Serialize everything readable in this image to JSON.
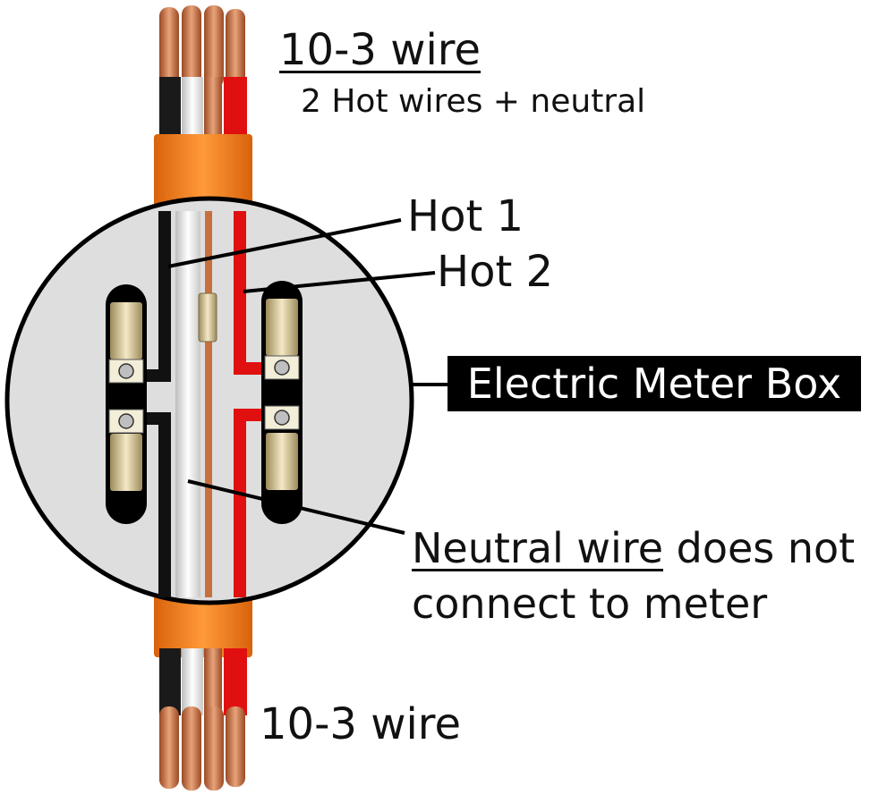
{
  "labels": {
    "top_title": "10-3 wire",
    "top_subtitle": "2 Hot wires + neutral",
    "hot1": "Hot 1",
    "hot2": "Hot 2",
    "meter_box": "Electric Meter Box",
    "neutral_underlined": "Neutral wire",
    "neutral_rest_line1": " does not",
    "neutral_line2": "connect to meter",
    "bottom_title": "10-3 wire"
  },
  "colors": {
    "cable_jacket": "#f07a12",
    "copper": "#c8703d",
    "hot1_wire": "#111111",
    "hot2_wire": "#e01010",
    "neutral_wire": "#f2f2f2",
    "meter_face": "#dedede",
    "terminal_brass": "#d8c79a",
    "label_box_bg": "#000000",
    "label_box_text": "#ffffff"
  }
}
